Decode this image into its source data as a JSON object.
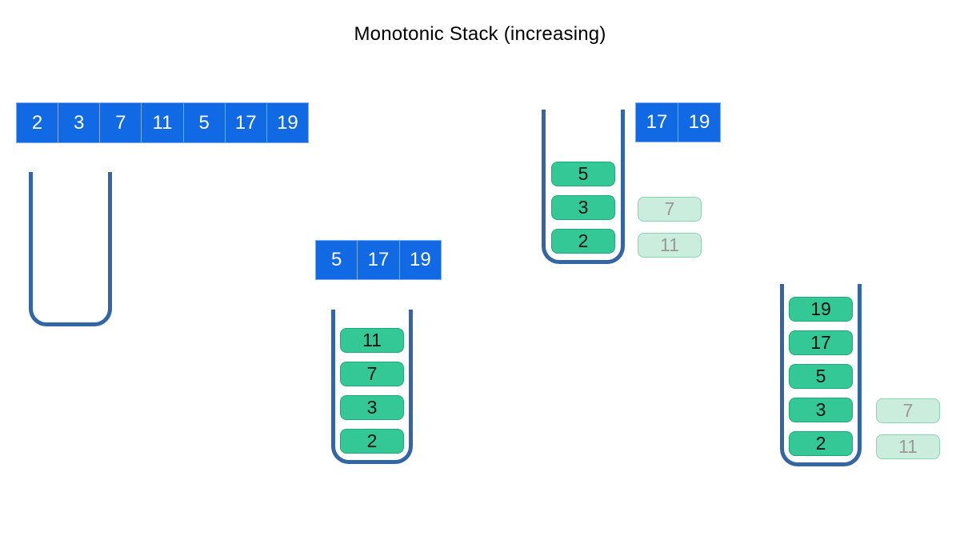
{
  "title": "Monotonic Stack (increasing)",
  "colors": {
    "title_text": "#000000",
    "array_fill": "#1169e4",
    "array_text": "#ffffff",
    "stack_item_fill": "#33c896",
    "stack_item_border": "#1fa878",
    "stack_item_text": "#111111",
    "ghost_fill": "#cbeddd",
    "ghost_border": "#8ad4b1",
    "ghost_text": "#999999",
    "container_stroke": "#3465a4"
  },
  "steps": {
    "step1": {
      "array": [
        "2",
        "3",
        "7",
        "11",
        "5",
        "17",
        "19"
      ],
      "stack": []
    },
    "step2": {
      "array": [
        "5",
        "17",
        "19"
      ],
      "stack": [
        "11",
        "7",
        "3",
        "2"
      ]
    },
    "step3": {
      "array": [
        "17",
        "19"
      ],
      "stack": [
        "5",
        "3",
        "2"
      ],
      "popped": [
        "7",
        "11"
      ]
    },
    "step4": {
      "stack": [
        "19",
        "17",
        "5",
        "3",
        "2"
      ],
      "popped": [
        "7",
        "11"
      ]
    }
  }
}
